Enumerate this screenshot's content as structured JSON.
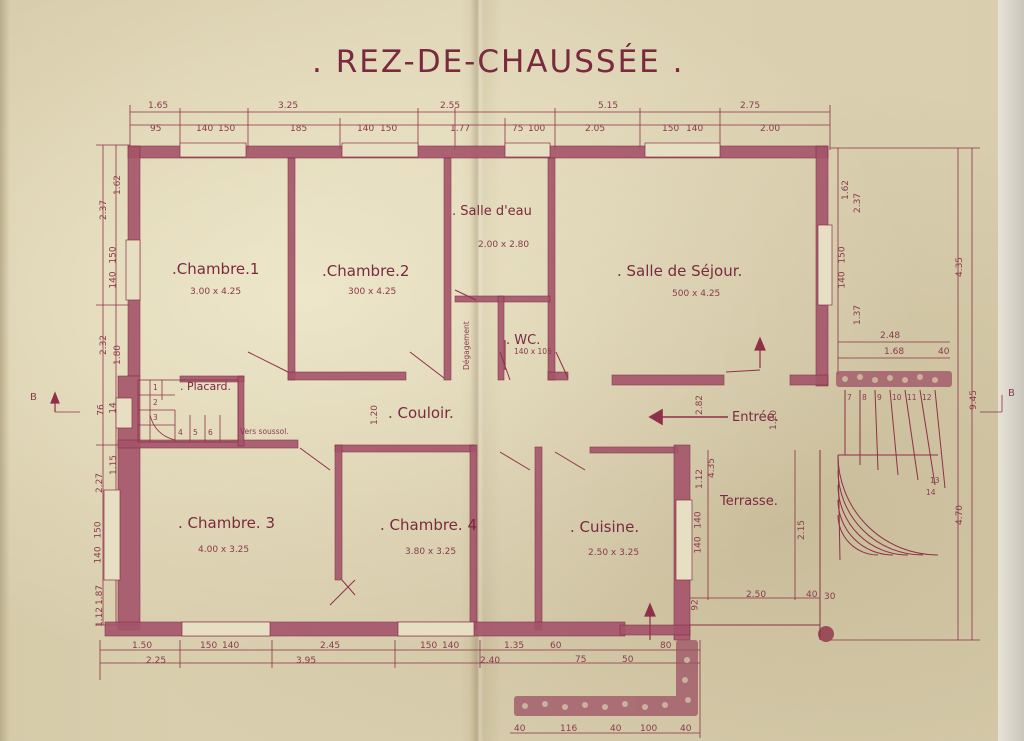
{
  "title": ". REZ-DE-CHAUSSÉE .",
  "rooms": [
    {
      "key": "ch1",
      "name": ".Chambre.1",
      "size": "3.00 x 4.25"
    },
    {
      "key": "ch2",
      "name": ".Chambre.2",
      "size": "300 x 4.25"
    },
    {
      "key": "se",
      "name": ". Salle d'eau",
      "size": "2.00 x 2.80"
    },
    {
      "key": "sej",
      "name": ". Salle de Séjour.",
      "size": "500 x 4.25"
    },
    {
      "key": "wc",
      "name": ". WC.",
      "size": "140 x 105"
    },
    {
      "key": "pl",
      "name": ". Placard.",
      "size": ""
    },
    {
      "key": "cou",
      "name": ". Couloir.",
      "size": ""
    },
    {
      "key": "ch3",
      "name": ". Chambre. 3",
      "size": "4.00 x 3.25"
    },
    {
      "key": "ch4",
      "name": ". Chambre. 4",
      "size": "3.80 x 3.25"
    },
    {
      "key": "cui",
      "name": ". Cuisine.",
      "size": "2.50 x 3.25"
    },
    {
      "key": "ter",
      "name": "Terrasse.",
      "size": ""
    }
  ],
  "labels": {
    "entree": "Entrée.",
    "vers_sous_sol": "Vers soussol.",
    "degagement": "Dégagement",
    "section_left": "B",
    "section_right": "B"
  },
  "dims": {
    "top_row1": [
      "1.65",
      "3.25",
      "2.55",
      "5.15",
      "2.75"
    ],
    "top_row2": [
      "95",
      "140",
      "150",
      "185",
      "140",
      "150",
      "1.77",
      "75",
      "100",
      "2.05",
      "150",
      "140",
      "2.00"
    ],
    "bottom_row1": [
      "1.50",
      "150",
      "140",
      "2.45",
      "150",
      "140",
      "1.35",
      "60",
      "75",
      "50",
      "80"
    ],
    "bottom_row2": [
      "2.25",
      "3.95",
      "2.40"
    ],
    "bottom_row3": [
      "40",
      "116",
      "40",
      "100",
      "40"
    ],
    "left_col": [
      "2.37",
      "1.62",
      "150",
      "140",
      "2.32",
      "1.80",
      "76",
      "14",
      "2.27",
      "1.15",
      "150",
      "140",
      "1.87",
      "1.12"
    ],
    "right_col": [
      "1.62",
      "2.37",
      "150",
      "140",
      "1.37",
      "4.35",
      "2.48",
      "1.68",
      "9.45",
      "4.70",
      "40",
      "2.15",
      "2.50",
      "40",
      "30"
    ],
    "mid": [
      "1.20",
      "2.82",
      "4.35",
      "1.12",
      "140",
      "140",
      "1.20",
      "92"
    ]
  },
  "stair_numbers": [
    "1",
    "2",
    "3",
    "4",
    "5",
    "6",
    "7",
    "8",
    "9",
    "10",
    "11",
    "12",
    "13",
    "14"
  ],
  "colors": {
    "ink": "#8e3048",
    "wall": "#a4546a",
    "paper": "#d9cfae"
  }
}
